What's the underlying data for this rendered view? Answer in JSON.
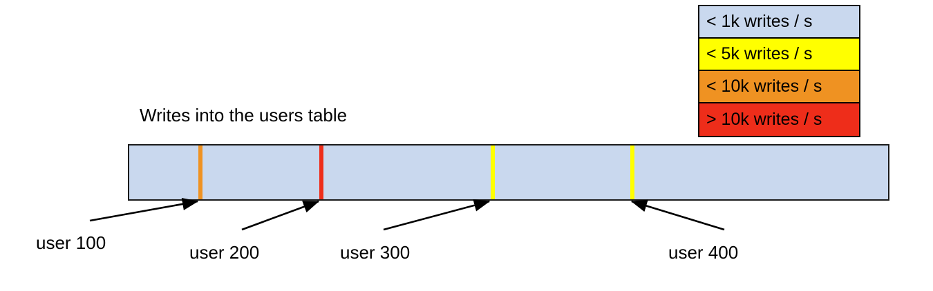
{
  "chart_data": {
    "type": "bar",
    "title": "Writes into the users table",
    "xlabel": "",
    "ylabel": "",
    "orientation": "horizontal-range-bar",
    "description": "A single horizontal key-range bar representing the users table, shaded by write rate, with colored markers at specific user key positions.",
    "base_color": "#c9d8ee",
    "base_category": "< 1k writes / s",
    "categories": [
      "< 1k writes / s",
      "< 5k writes / s",
      "< 10k writes / s",
      "> 10k writes / s"
    ],
    "category_colors": [
      "#c9d8ee",
      "#ffff00",
      "#ef9222",
      "#ee2d1a"
    ],
    "markers": [
      {
        "label": "user 100",
        "color": "#ef9222",
        "category": "< 10k writes / s",
        "position_pct": 9.4
      },
      {
        "label": "user 200",
        "color": "#ee2d1a",
        "category": "> 10k writes / s",
        "position_pct": 25.3
      },
      {
        "label": "user 300",
        "color": "#ffff00",
        "category": "< 5k writes / s",
        "position_pct": 47.8
      },
      {
        "label": "user 400",
        "color": "#ffff00",
        "category": "< 5k writes / s",
        "position_pct": 66.1
      }
    ],
    "legend_position": "top-right",
    "grid": false
  },
  "legend": {
    "rows": [
      {
        "label": "< 1k writes / s",
        "color": "#c9d8ee"
      },
      {
        "label": "< 5k writes / s",
        "color": "#ffff00"
      },
      {
        "label": "< 10k writes / s",
        "color": "#ef9222"
      },
      {
        "label": "> 10k writes / s",
        "color": "#ee2d1a"
      }
    ]
  },
  "bar": {
    "title": "Writes into the users table",
    "fill_color": "#c9d8ee",
    "border_color": "#1b1b1b",
    "markers": [
      {
        "name": "user-100",
        "color": "#ef9222"
      },
      {
        "name": "user-200",
        "color": "#ee2d1a"
      },
      {
        "name": "user-300",
        "color": "#ffff00"
      },
      {
        "name": "user-400",
        "color": "#ffff00"
      }
    ]
  },
  "labels": {
    "user_100": "user 100",
    "user_200": "user 200",
    "user_300": "user 300",
    "user_400": "user 400"
  }
}
